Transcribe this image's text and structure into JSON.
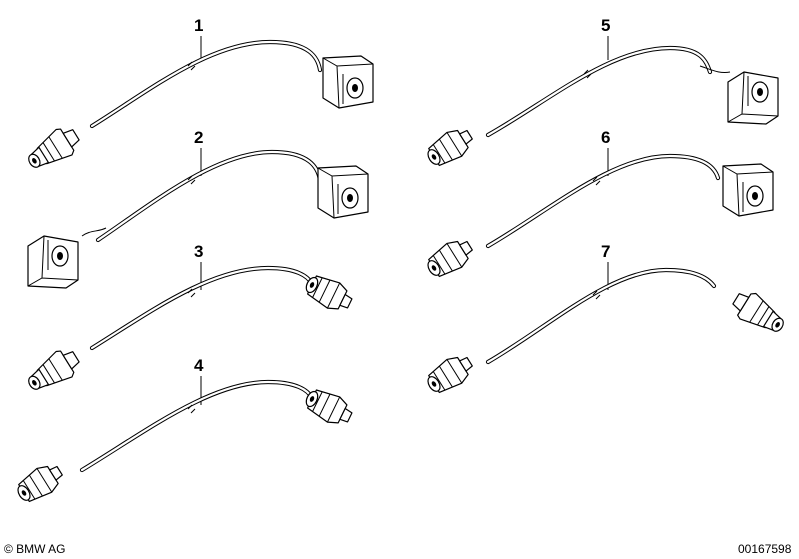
{
  "diagram": {
    "items": [
      {
        "number": "1"
      },
      {
        "number": "2"
      },
      {
        "number": "3"
      },
      {
        "number": "4"
      },
      {
        "number": "5"
      },
      {
        "number": "6"
      },
      {
        "number": "7"
      }
    ]
  },
  "footer": {
    "copyright": "© BMW AG",
    "drawing_id": "00167598"
  }
}
